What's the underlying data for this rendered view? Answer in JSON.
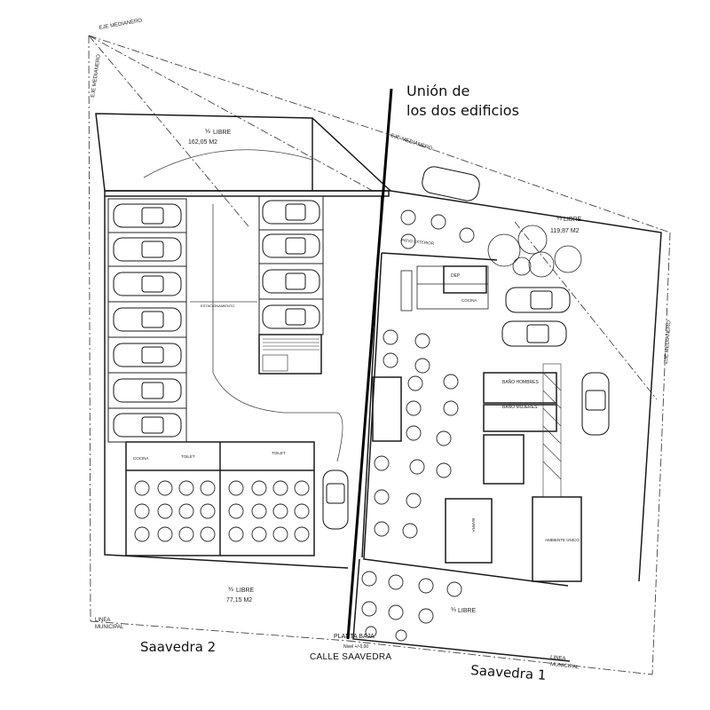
{
  "labels": {
    "union_line1": "Unión de",
    "union_line2": "los dos edificios",
    "saavedra2": "Saavedra 2",
    "saavedra1": "Saavedra 1",
    "planta_baja": "PLANTA BAJA",
    "nivel": "Nivel +/-0.00",
    "calle": "CALLE SAAVEDRA"
  },
  "plan_text": {
    "libre_word": "LIBRE",
    "fraction": "⅓",
    "libre_area_top": "162,05 M2",
    "libre_area_right": "119,87 M2",
    "libre_area_bottom": "77,15 M2",
    "eje_medianero": "EJE MEDIANERO",
    "linea": "LINEA",
    "municipal": "MUNICIPAL",
    "estacionamiento": "ESTACIONAMIENTO",
    "patio_exterior": "PATIO EXTERIOR",
    "bano_hombres": "BAÑO HOMBRES",
    "bano_mujeres": "BAÑO MUJERES",
    "cocina": "COCINA",
    "toilet": "TOILET",
    "dep": "DEP",
    "barra": "BARRA",
    "ambiente_unico": "AMBIENTE ÚNICO"
  },
  "colors": {
    "ink": "#1a1a1a",
    "pale": "#555555"
  }
}
